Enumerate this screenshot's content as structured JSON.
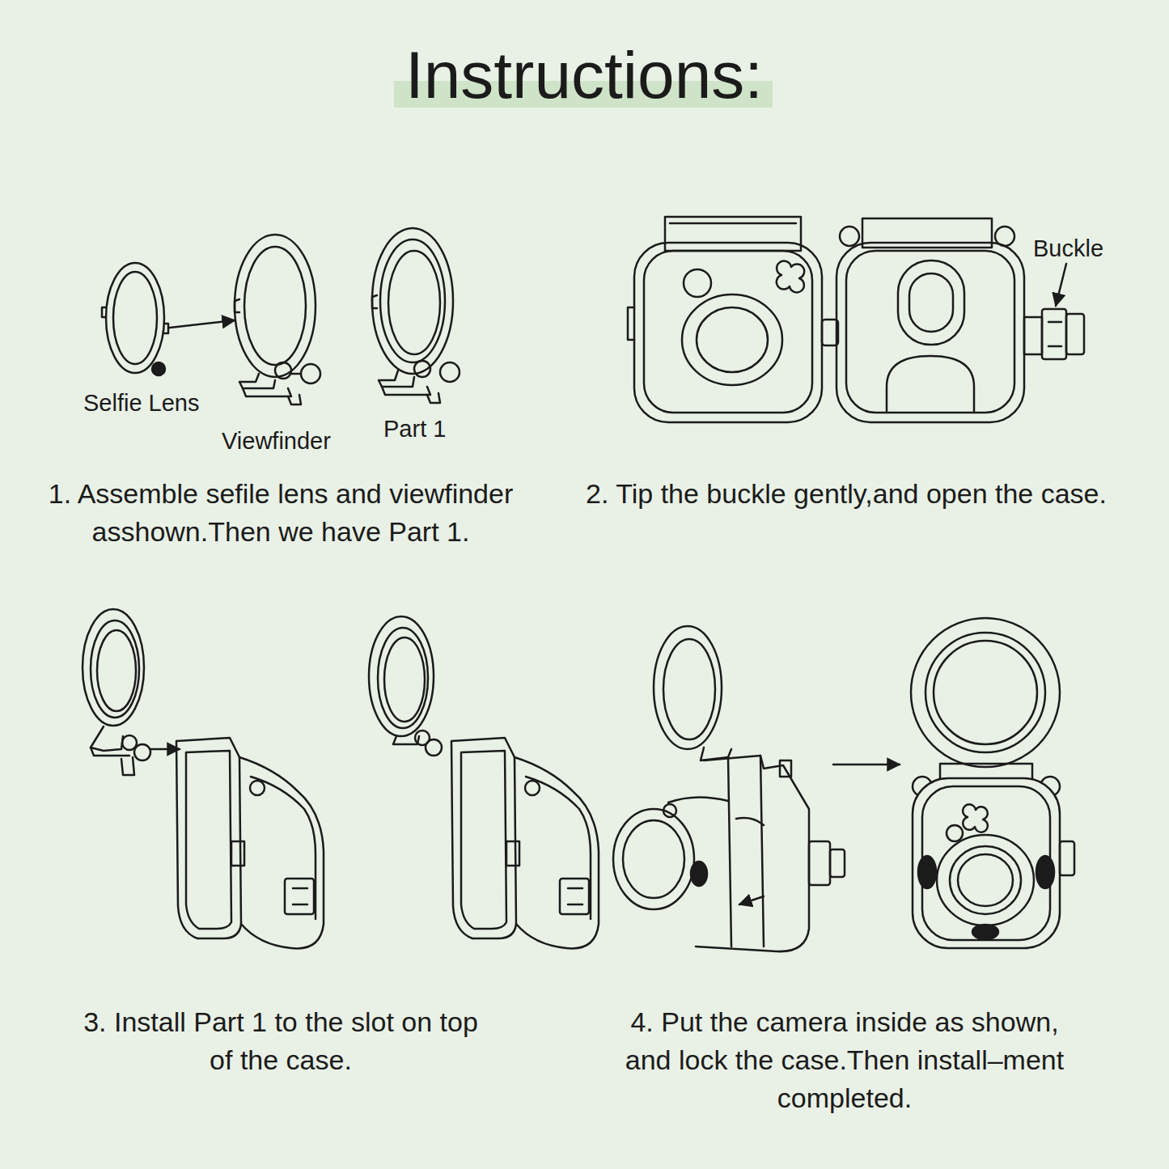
{
  "diagram": {
    "title": "Instructions:",
    "labels": [
      "Selfie Lens",
      "Viewfinder",
      "Part 1",
      "Buckle",
      "1. Assemble sefile lens and viewfinder asshown.Then we have Part 1.",
      "2. Tip the buckle gently,and open the case.",
      "3. Install Part 1 to the slot on top of the case.",
      "4. Put the camera inside as shown, and lock the case.Then install–ment completed."
    ]
  }
}
